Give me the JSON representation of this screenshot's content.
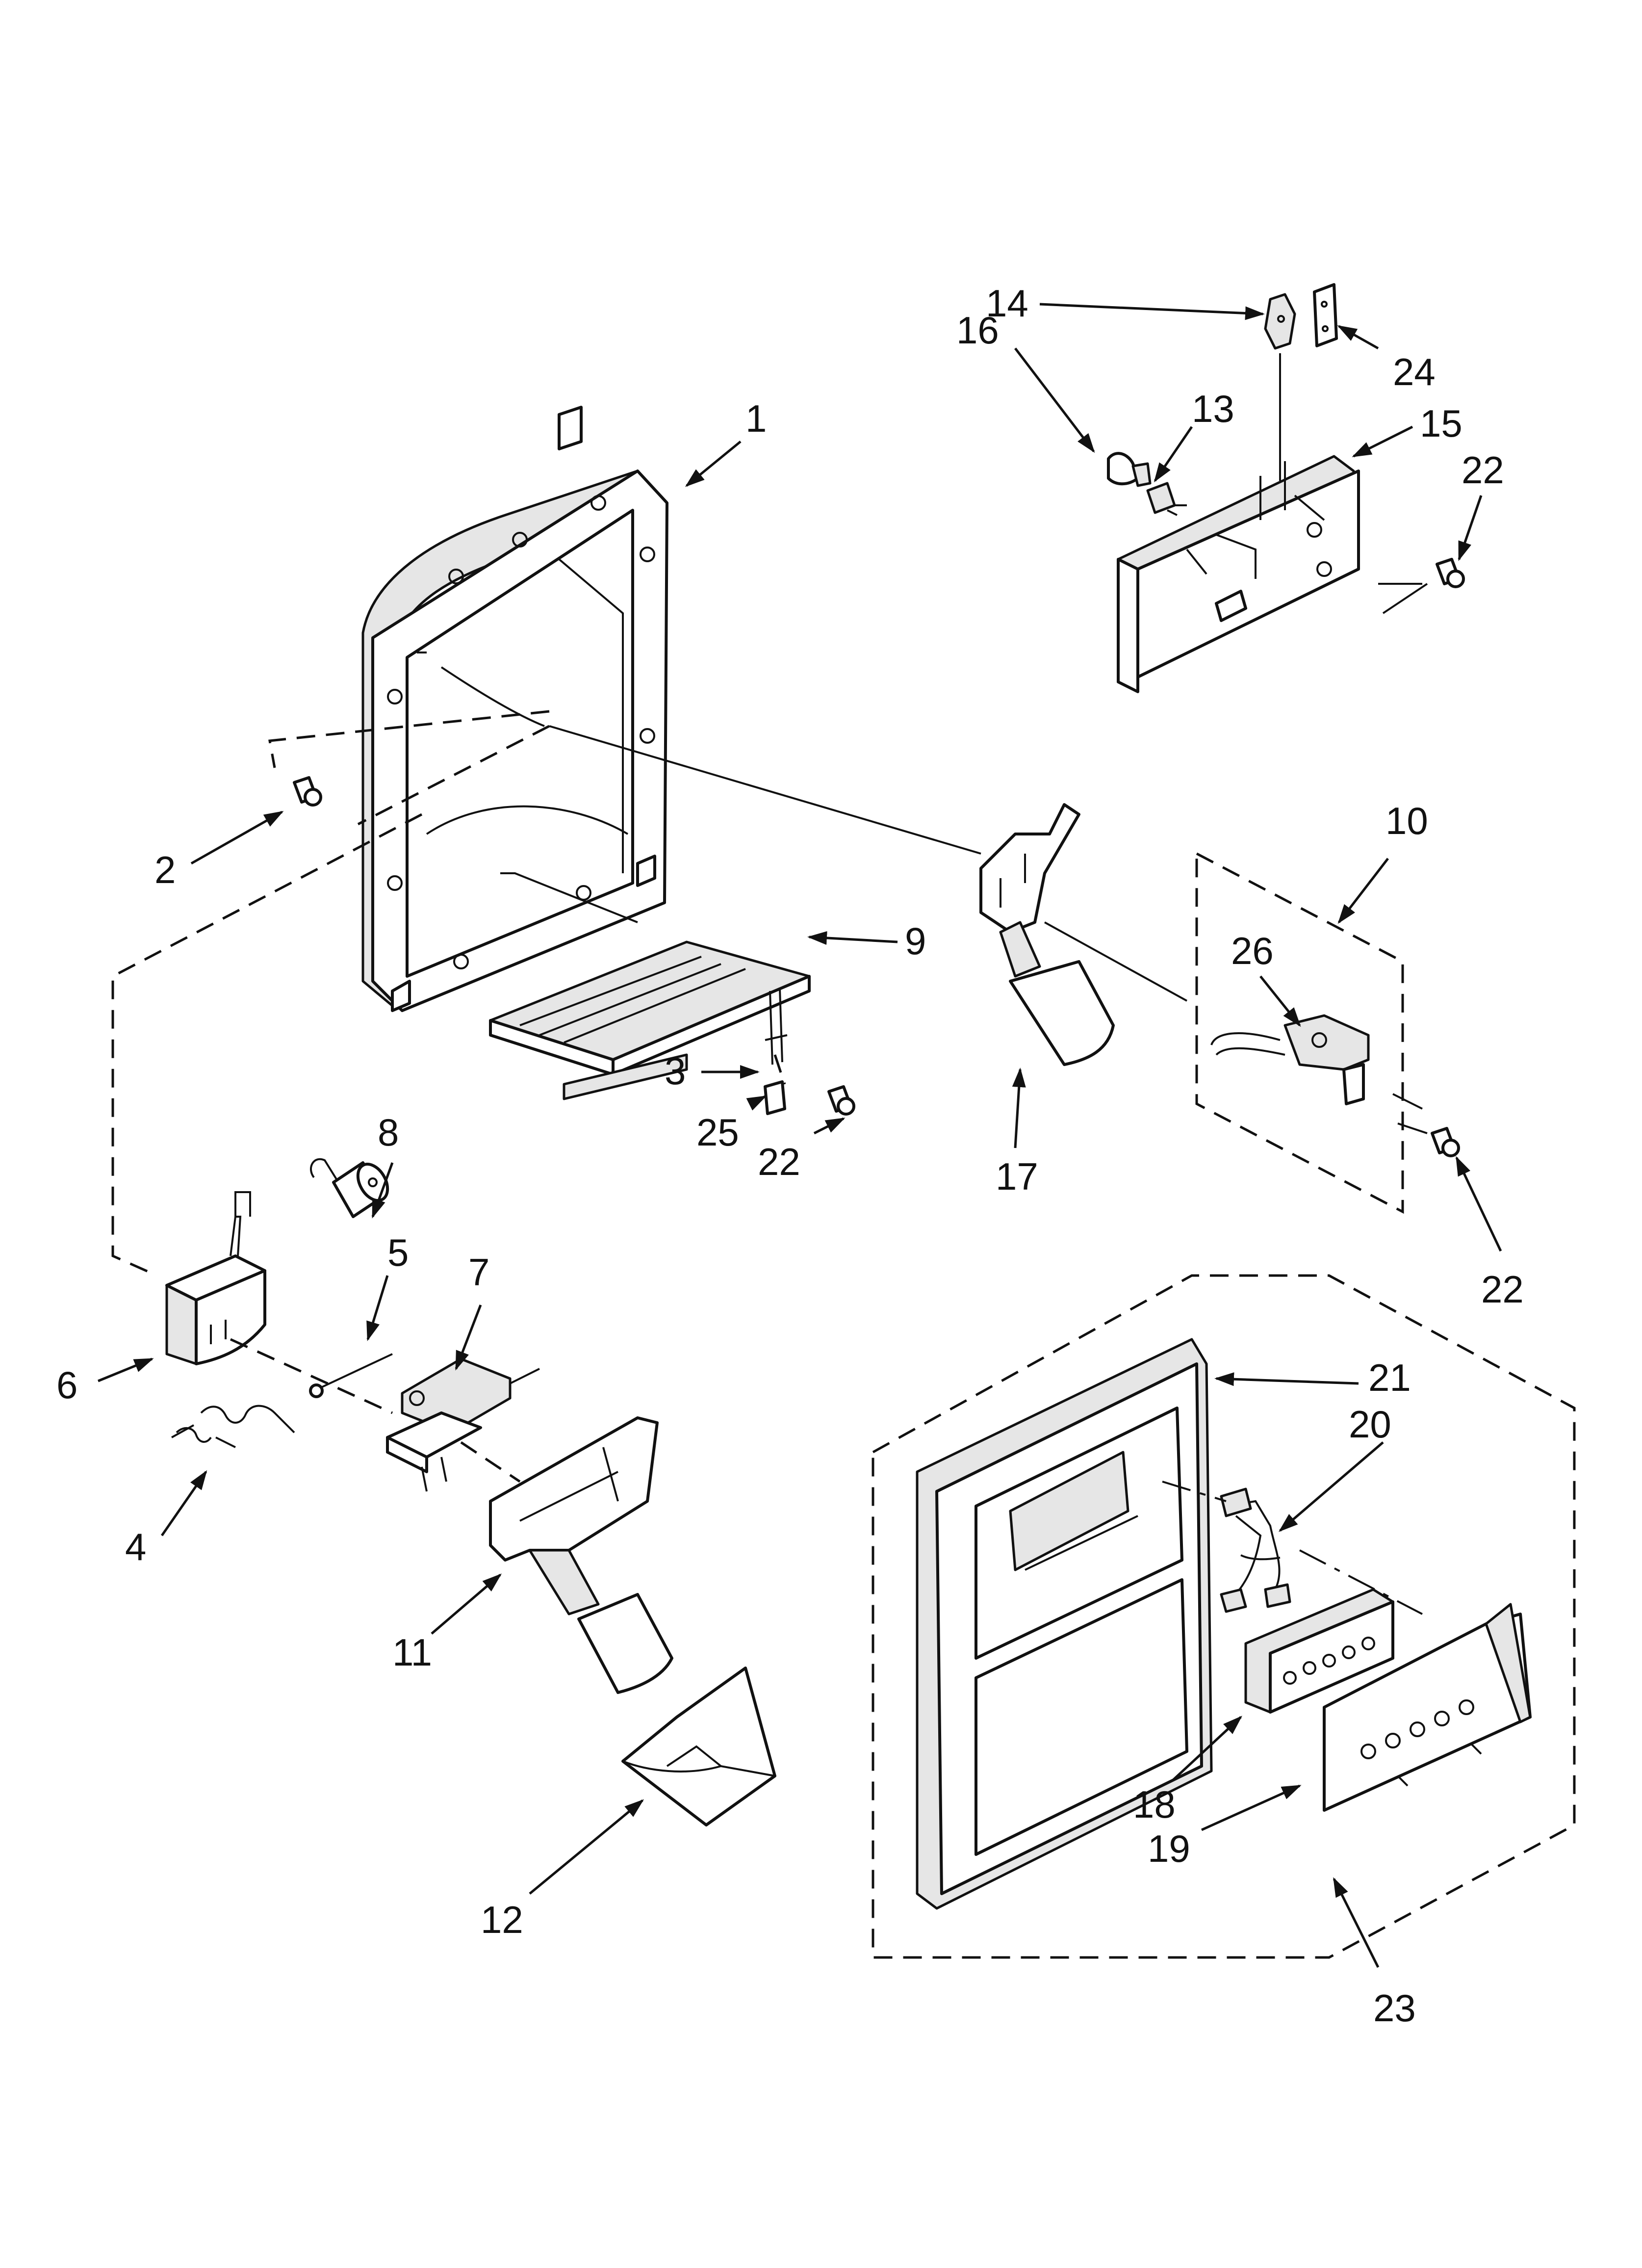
{
  "callouts": {
    "c1": "1",
    "c2": "2",
    "c3": "3",
    "c4": "4",
    "c5": "5",
    "c6": "6",
    "c7": "7",
    "c8": "8",
    "c9": "9",
    "c10": "10",
    "c11": "11",
    "c12": "12",
    "c13": "13",
    "c14": "14",
    "c15": "15",
    "c16": "16",
    "c17": "17",
    "c18": "18",
    "c19": "19",
    "c20": "20",
    "c21": "21",
    "c22a": "22",
    "c22b": "22",
    "c22c": "22",
    "c23": "23",
    "c24": "24",
    "c25": "25",
    "c26": "26"
  }
}
